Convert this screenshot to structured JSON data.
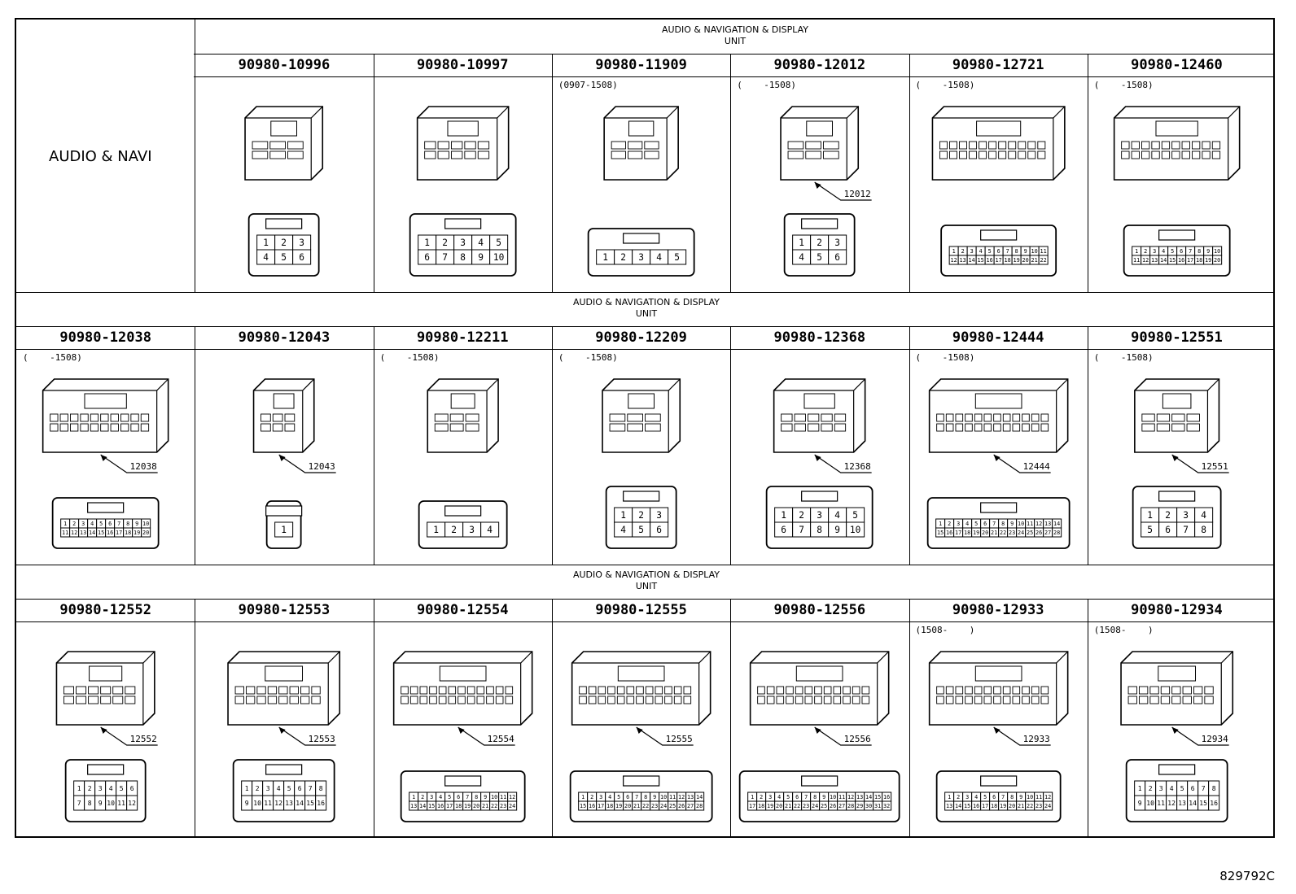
{
  "side_label": "AUDIO & NAVI",
  "figure_id": "829792C",
  "sections": [
    {
      "header_line1": "AUDIO & NAVIGATION & DISPLAY",
      "header_line2": "UNIT",
      "connectors": [
        {
          "part": "90980-10996",
          "date": "",
          "callout": "",
          "pins": [
            "1",
            "2",
            "3",
            "4",
            "5",
            "6"
          ]
        },
        {
          "part": "90980-10997",
          "date": "",
          "callout": "",
          "pins": [
            "1",
            "2",
            "3",
            "4",
            "5",
            "6",
            "7",
            "8",
            "9",
            "10"
          ]
        },
        {
          "part": "90980-11909",
          "date": "(0907-1508)",
          "callout": "",
          "pins": [
            "1",
            "2",
            "3",
            "4",
            "5"
          ]
        },
        {
          "part": "90980-12012",
          "date": "(    -1508)",
          "callout": "12012",
          "pins": [
            "1",
            "2",
            "3",
            "4",
            "5",
            "6"
          ]
        },
        {
          "part": "90980-12721",
          "date": "(    -1508)",
          "callout": "",
          "pins": [
            "1",
            "2",
            "3",
            "4",
            "5",
            "6",
            "7",
            "8",
            "9",
            "10",
            "11",
            "12",
            "13",
            "14",
            "15",
            "16",
            "17",
            "18",
            "19",
            "20",
            "21",
            "22"
          ]
        },
        {
          "part": "90980-12460",
          "date": "(    -1508)",
          "callout": "",
          "pins": [
            "1",
            "2",
            "3",
            "4",
            "5",
            "6",
            "7",
            "8",
            "9",
            "10",
            "11",
            "12",
            "13",
            "14",
            "15",
            "16",
            "17",
            "18",
            "19",
            "20"
          ]
        }
      ]
    },
    {
      "header_line1": "AUDIO & NAVIGATION & DISPLAY",
      "header_line2": "UNIT",
      "connectors": [
        {
          "part": "90980-12038",
          "date": "(    -1508)",
          "callout": "12038",
          "pins": [
            "1",
            "2",
            "3",
            "4",
            "5",
            "6",
            "7",
            "8",
            "9",
            "10",
            "11",
            "12",
            "13",
            "14",
            "15",
            "16",
            "17",
            "18",
            "19",
            "20"
          ]
        },
        {
          "part": "90980-12043",
          "date": "",
          "callout": "12043",
          "pins": [
            "1"
          ]
        },
        {
          "part": "90980-12211",
          "date": "(    -1508)",
          "callout": "",
          "pins": [
            "1",
            "2",
            "3",
            "4"
          ]
        },
        {
          "part": "90980-12209",
          "date": "(    -1508)",
          "callout": "",
          "pins": [
            "1",
            "2",
            "3",
            "4",
            "5",
            "6"
          ]
        },
        {
          "part": "90980-12368",
          "date": "",
          "callout": "12368",
          "pins": [
            "1",
            "2",
            "3",
            "4",
            "5",
            "6",
            "7",
            "8",
            "9",
            "10"
          ]
        },
        {
          "part": "90980-12444",
          "date": "(    -1508)",
          "callout": "12444",
          "pins": [
            "1",
            "2",
            "3",
            "4",
            "5",
            "6",
            "7",
            "8",
            "9",
            "10",
            "11",
            "12",
            "13",
            "14",
            "15",
            "16",
            "17",
            "18",
            "19",
            "20",
            "21",
            "22",
            "23",
            "24",
            "25",
            "26",
            "27",
            "28"
          ]
        },
        {
          "part": "90980-12551",
          "date": "(    -1508)",
          "callout": "12551",
          "pins": [
            "1",
            "2",
            "3",
            "4",
            "5",
            "6",
            "7",
            "8"
          ]
        }
      ]
    },
    {
      "header_line1": "AUDIO & NAVIGATION & DISPLAY",
      "header_line2": "UNIT",
      "connectors": [
        {
          "part": "90980-12552",
          "date": "",
          "callout": "12552",
          "pins": [
            "1",
            "2",
            "3",
            "4",
            "5",
            "6",
            "7",
            "8",
            "9",
            "10",
            "11",
            "12"
          ]
        },
        {
          "part": "90980-12553",
          "date": "",
          "callout": "12553",
          "pins": [
            "1",
            "2",
            "3",
            "4",
            "5",
            "6",
            "7",
            "8",
            "9",
            "10",
            "11",
            "12",
            "13",
            "14",
            "15",
            "16"
          ]
        },
        {
          "part": "90980-12554",
          "date": "",
          "callout": "12554",
          "pins": [
            "1",
            "2",
            "3",
            "4",
            "5",
            "6",
            "7",
            "8",
            "9",
            "10",
            "11",
            "12",
            "13",
            "14",
            "15",
            "16",
            "17",
            "18",
            "19",
            "20",
            "21",
            "22",
            "23",
            "24"
          ]
        },
        {
          "part": "90980-12555",
          "date": "",
          "callout": "12555",
          "pins": [
            "1",
            "2",
            "3",
            "4",
            "5",
            "6",
            "7",
            "8",
            "9",
            "10",
            "11",
            "12",
            "13",
            "14",
            "15",
            "16",
            "17",
            "18",
            "19",
            "20",
            "21",
            "22",
            "23",
            "24",
            "25",
            "26",
            "27",
            "28"
          ]
        },
        {
          "part": "90980-12556",
          "date": "",
          "callout": "12556",
          "pins": [
            "1",
            "2",
            "3",
            "4",
            "5",
            "6",
            "7",
            "8",
            "9",
            "10",
            "11",
            "12",
            "13",
            "14",
            "15",
            "16",
            "17",
            "18",
            "19",
            "20",
            "21",
            "22",
            "23",
            "24",
            "25",
            "26",
            "27",
            "28",
            "29",
            "30",
            "31",
            "32"
          ]
        },
        {
          "part": "90980-12933",
          "date": "(1508-    )",
          "callout": "12933",
          "pins": [
            "1",
            "2",
            "3",
            "4",
            "5",
            "6",
            "7",
            "8",
            "9",
            "10",
            "11",
            "12",
            "13",
            "14",
            "15",
            "16",
            "17",
            "18",
            "19",
            "20",
            "21",
            "22",
            "23",
            "24"
          ]
        },
        {
          "part": "90980-12934",
          "date": "(1508-    )",
          "callout": "12934",
          "pins": [
            "1",
            "2",
            "3",
            "4",
            "5",
            "6",
            "7",
            "8",
            "9",
            "10",
            "11",
            "12",
            "13",
            "14",
            "15",
            "16"
          ]
        }
      ]
    }
  ]
}
